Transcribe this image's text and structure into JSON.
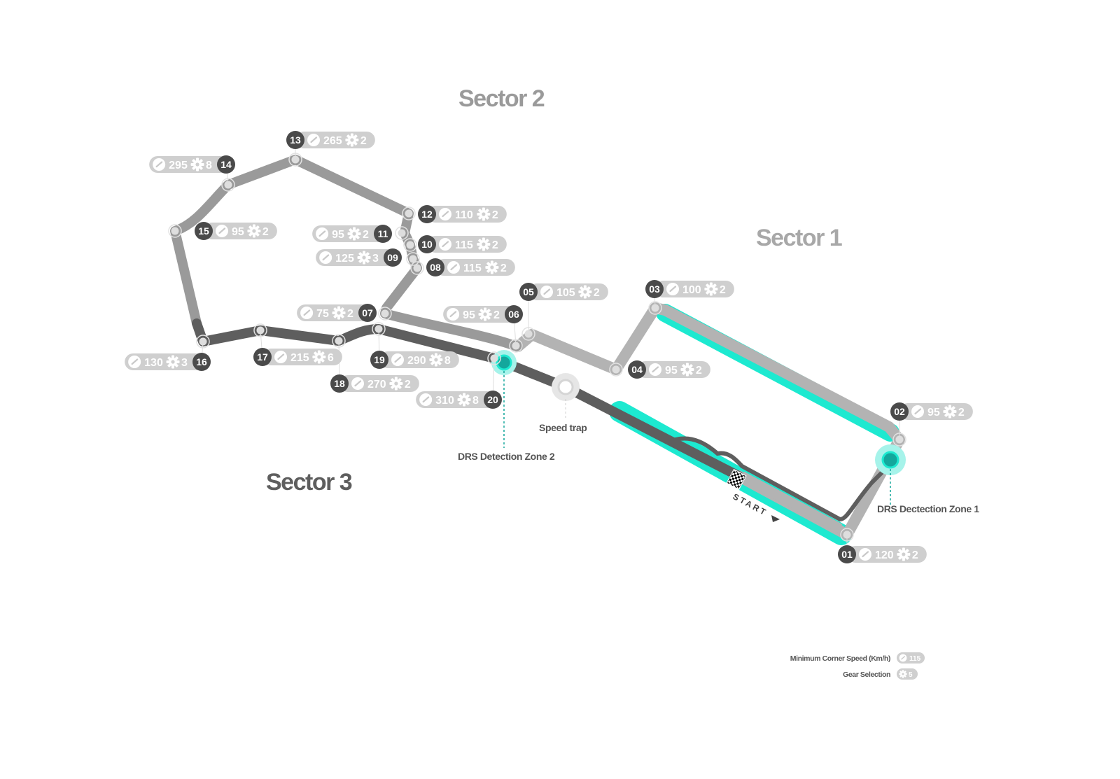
{
  "sectors": [
    {
      "label": "Sector 1",
      "color": "#b3b3b3"
    },
    {
      "label": "Sector 2",
      "color": "#9a9a9a"
    },
    {
      "label": "Sector 3",
      "color": "#5e5e5e"
    }
  ],
  "colors": {
    "drs_zone": "#1de9d0",
    "drs_marker": "#14a79c",
    "pill_bg": "#cfcfcf",
    "number_bg": "#4a4a4a",
    "icon_fill": "#ffffff"
  },
  "corners": [
    {
      "number": "01",
      "speed": "120",
      "gear": "2"
    },
    {
      "number": "02",
      "speed": "95",
      "gear": "2"
    },
    {
      "number": "03",
      "speed": "100",
      "gear": "2"
    },
    {
      "number": "04",
      "speed": "95",
      "gear": "2"
    },
    {
      "number": "05",
      "speed": "105",
      "gear": "2"
    },
    {
      "number": "06",
      "speed": "95",
      "gear": "2"
    },
    {
      "number": "07",
      "speed": "75",
      "gear": "2"
    },
    {
      "number": "08",
      "speed": "115",
      "gear": "2"
    },
    {
      "number": "09",
      "speed": "125",
      "gear": "3"
    },
    {
      "number": "10",
      "speed": "115",
      "gear": "2"
    },
    {
      "number": "11",
      "speed": "95",
      "gear": "2"
    },
    {
      "number": "12",
      "speed": "110",
      "gear": "2"
    },
    {
      "number": "13",
      "speed": "265",
      "gear": "2"
    },
    {
      "number": "14",
      "speed": "295",
      "gear": "8"
    },
    {
      "number": "15",
      "speed": "95",
      "gear": "2"
    },
    {
      "number": "16",
      "speed": "130",
      "gear": "3"
    },
    {
      "number": "17",
      "speed": "215",
      "gear": "6"
    },
    {
      "number": "18",
      "speed": "270",
      "gear": "2"
    },
    {
      "number": "19",
      "speed": "290",
      "gear": "8"
    },
    {
      "number": "20",
      "speed": "310",
      "gear": "8"
    }
  ],
  "annotations": {
    "speed_trap": "Speed trap",
    "drs_zone_1": "DRS Dectection Zone 1",
    "drs_zone_2": "DRS Detection Zone 2",
    "start": "START"
  },
  "legend": {
    "min_corner_speed_label": "Minimum Corner Speed (Km/h)",
    "min_corner_speed_example": "115",
    "gear_selection_label": "Gear Selection",
    "gear_selection_example": "5"
  }
}
